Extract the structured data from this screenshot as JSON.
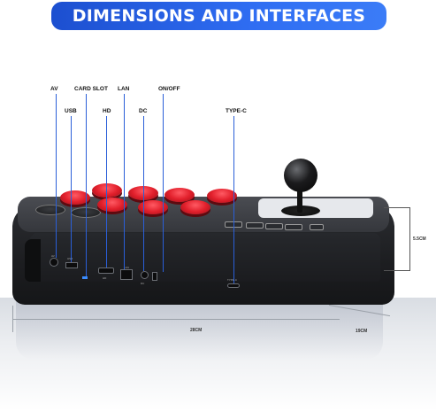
{
  "banner": {
    "title": "DIMENSIONS AND INTERFACES",
    "color": "#2f6df2"
  },
  "labels": {
    "av": "AV",
    "usb": "USB",
    "card_slot": "CARD SLOT",
    "hd": "HD",
    "lan": "LAN",
    "dc": "DC",
    "on_off": "ON/OFF",
    "type_c": "TYPE-C"
  },
  "dimensions": {
    "height": "5.5CM",
    "length": "28CM",
    "depth": "19CM"
  },
  "port_labels": {
    "av": "AV",
    "usb": "USB",
    "hd": "HD",
    "lan": "LAN",
    "dc": "DC",
    "type_c": "TYPE-C"
  },
  "colors": {
    "accent_line": "#2a5fd8",
    "button_red": "#e2202c",
    "body": "#1d1e21"
  }
}
